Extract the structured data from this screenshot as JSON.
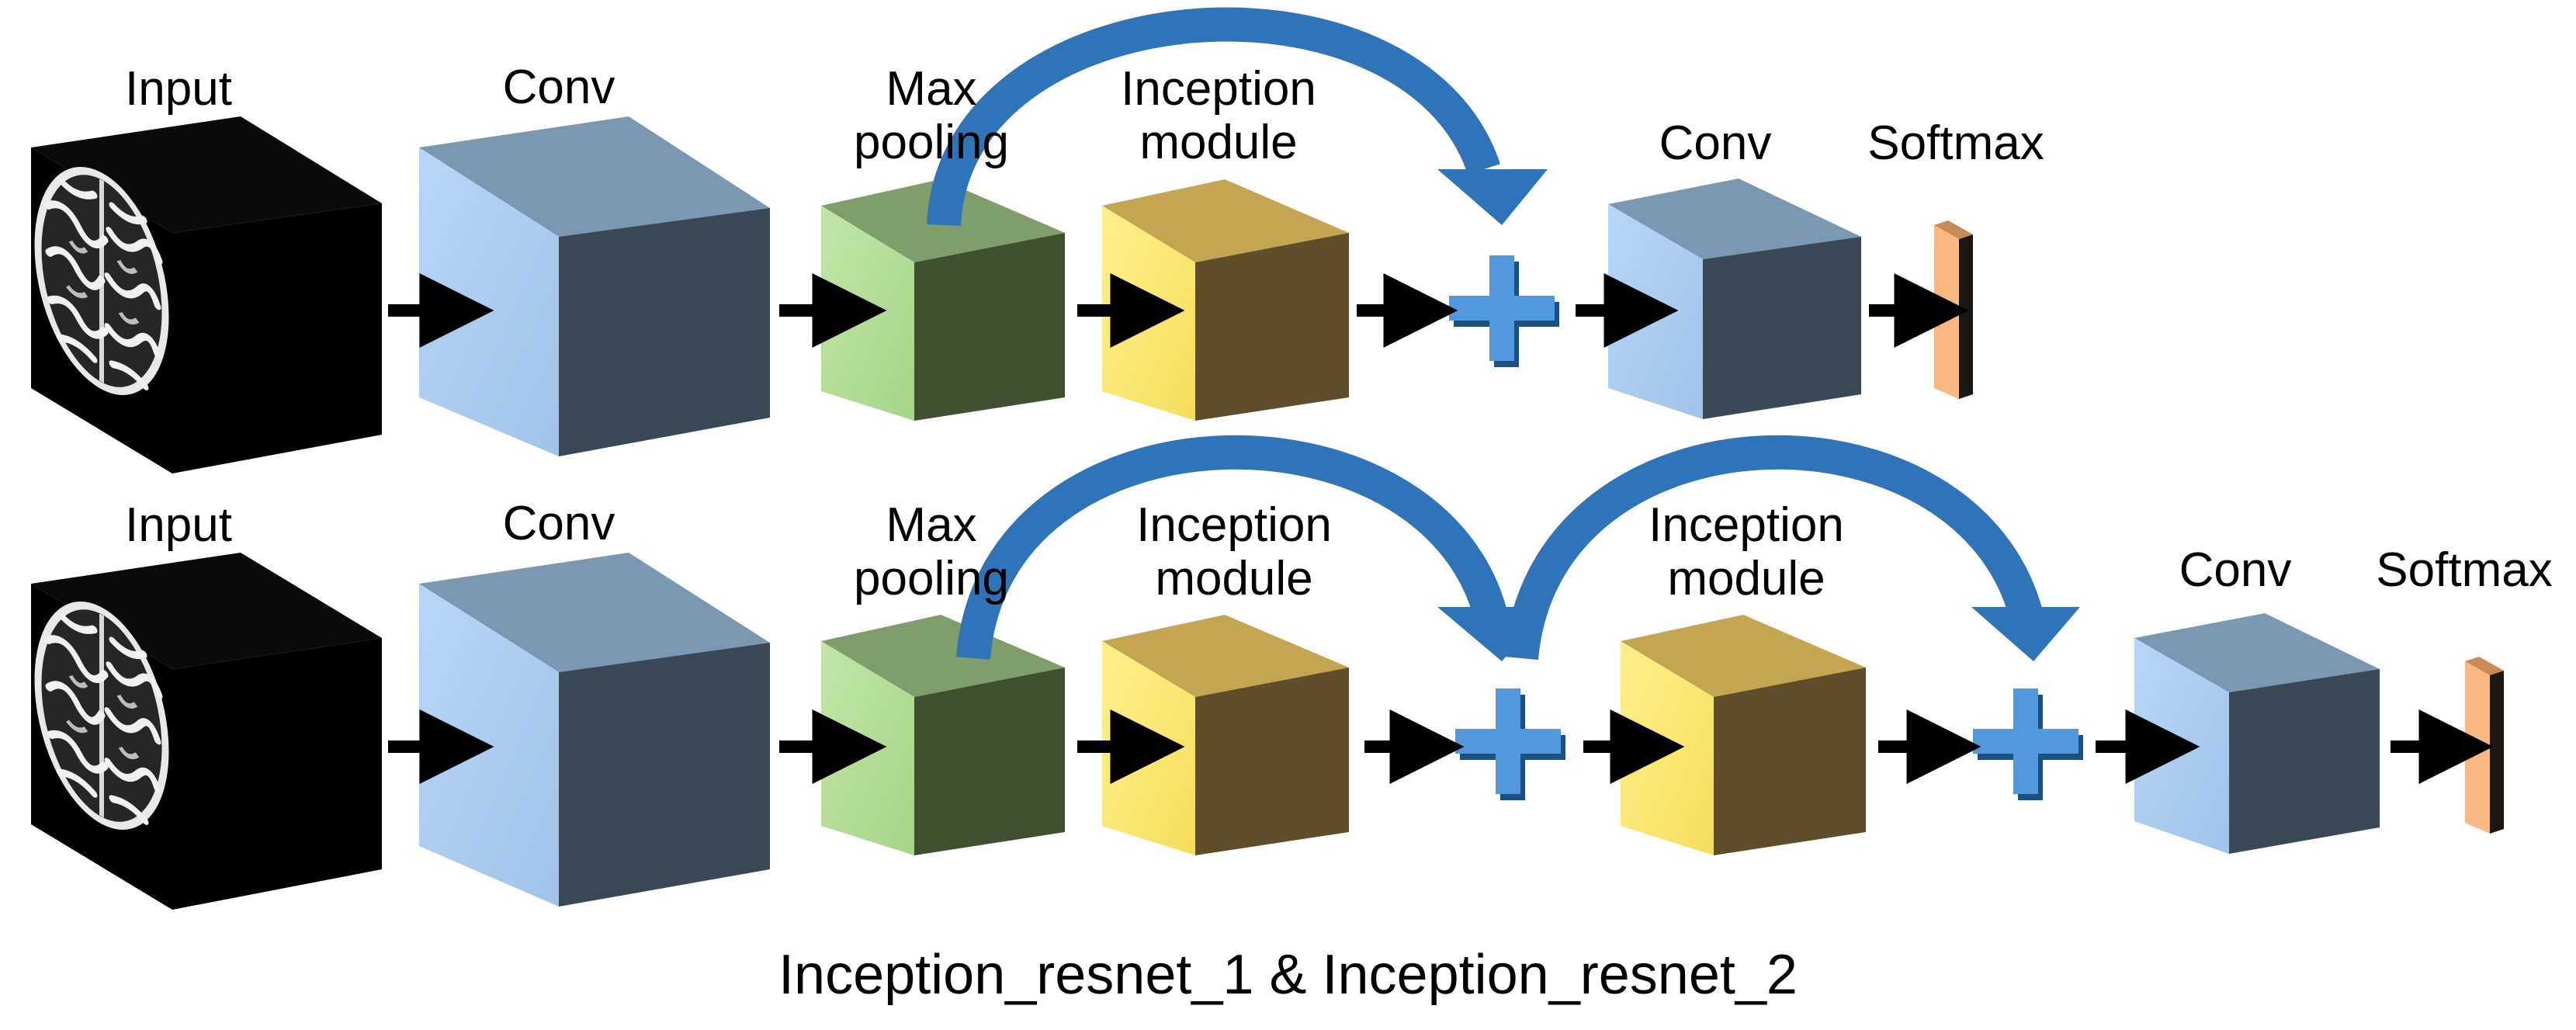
{
  "rows": [
    {
      "name": "inception_resnet_1",
      "labels": {
        "input": "Input",
        "conv1": "Conv",
        "maxpool_line1": "Max",
        "maxpool_line2": "pooling",
        "inception_line1": "Inception",
        "inception_line2": "module",
        "conv2": "Conv",
        "softmax": "Softmax"
      }
    },
    {
      "name": "inception_resnet_2",
      "labels": {
        "input": "Input",
        "conv1": "Conv",
        "maxpool_line1": "Max",
        "maxpool_line2": "pooling",
        "inception1_line1": "Inception",
        "inception1_line2": "module",
        "inception2_line1": "Inception",
        "inception2_line2": "module",
        "conv2": "Conv",
        "softmax": "Softmax"
      }
    }
  ],
  "caption": "Inception_resnet_1 & Inception_resnet_2",
  "colors": {
    "conv_front": "#aed0f5",
    "conv_top": "#7b98b3",
    "conv_side": "#3a4856",
    "pool_front": "#b8e19c",
    "pool_top": "#7f9e6b",
    "pool_side": "#3f4f30",
    "inception_front": "#fde873",
    "inception_top": "#c6a552",
    "inception_side": "#5e4f2a",
    "softmax_front": "#f9b782",
    "softmax_side": "#1e1612",
    "skip_arrow": "#2f74b9",
    "plus": "#5298dd",
    "flow_arrow": "#000000"
  },
  "icons": [
    "brain-mri-slice",
    "plus-icon",
    "right-arrow-icon",
    "curved-skip-arrow-icon"
  ]
}
